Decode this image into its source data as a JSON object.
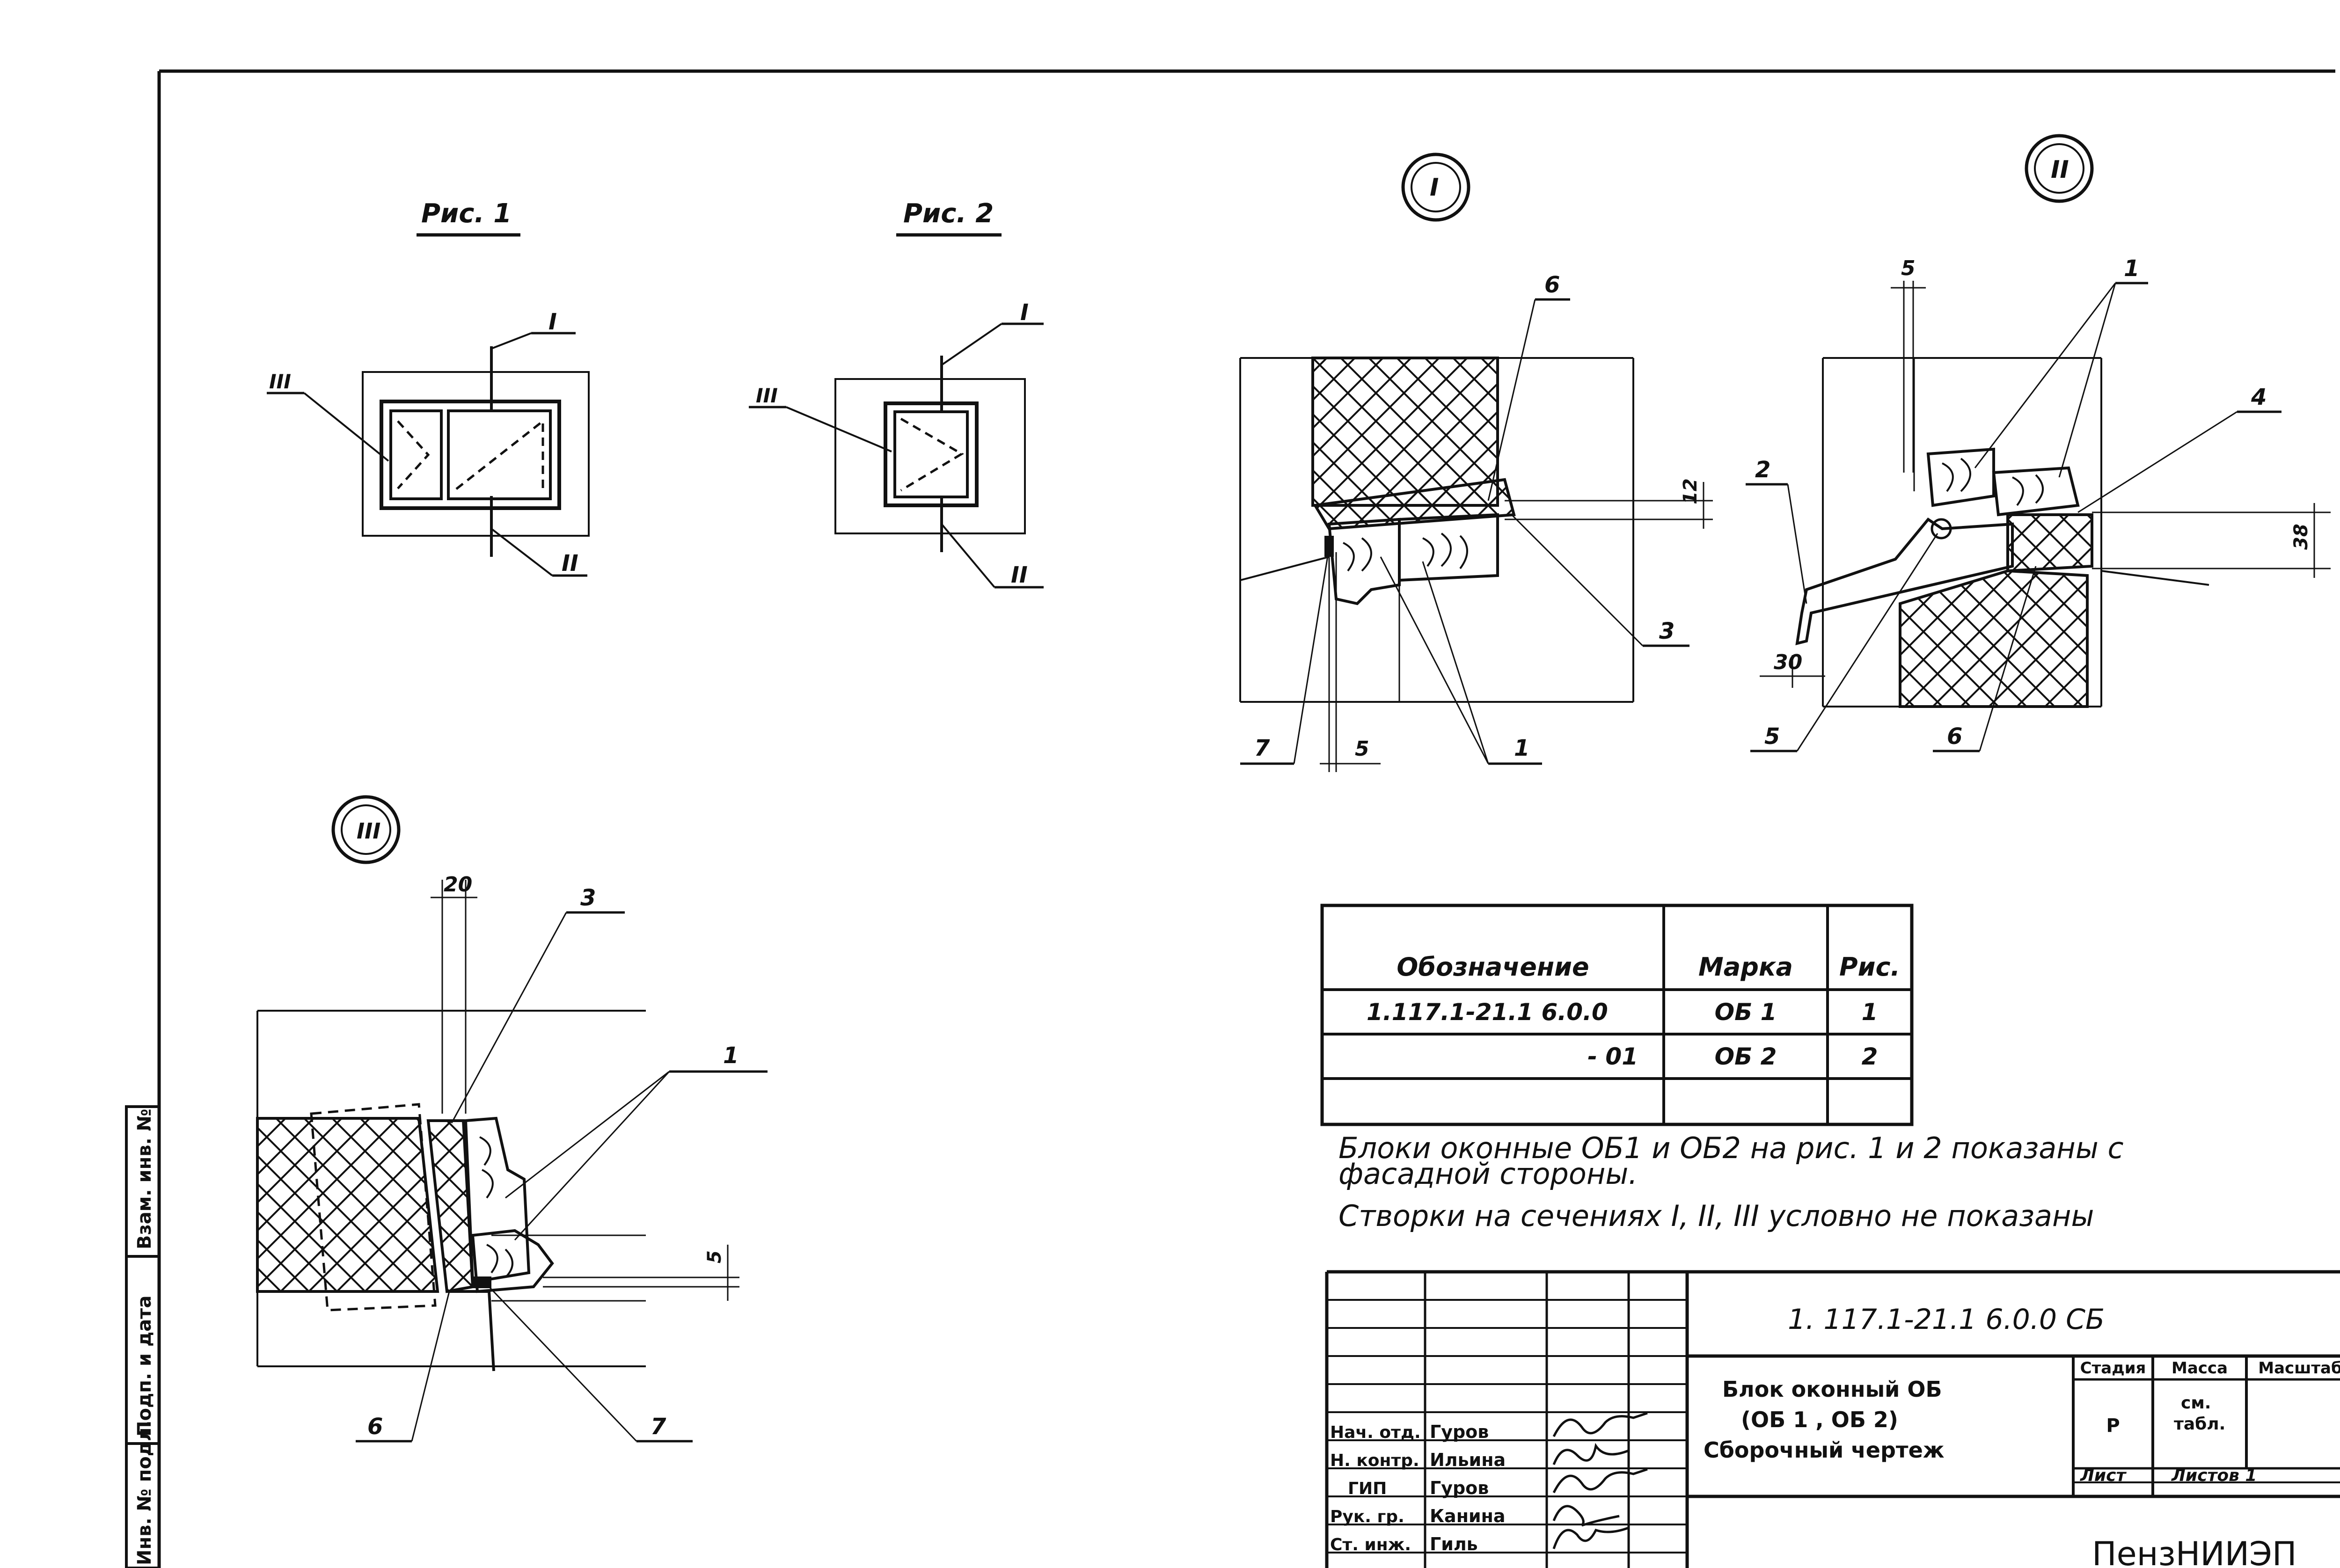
{
  "figures": {
    "fig1_title": "Рис. 1",
    "fig2_title": "Рис. 2",
    "marker_I": "I",
    "marker_II": "II",
    "marker_III": "III"
  },
  "dimensions": {
    "d5_top": "5",
    "d12": "12",
    "d38": "38",
    "d30": "30",
    "d20": "20",
    "d5_bottom": "5",
    "d5_right": "5"
  },
  "callouts": {
    "c1": "1",
    "c2": "2",
    "c3": "3",
    "c4": "4",
    "c5": "5",
    "c6": "6",
    "c7": "7"
  },
  "spec_table": {
    "headers": [
      "Обозначение",
      "Марка",
      "Рис."
    ],
    "rows": [
      [
        "1.117.1-21.1 6.0.0",
        "ОБ 1",
        "1"
      ],
      [
        "- 01",
        "ОБ 2",
        "2"
      ],
      [
        "",
        "",
        ""
      ]
    ]
  },
  "notes": {
    "line1": "Блоки оконные ОБ1 и ОБ2    на рис. 1 и 2    показаны с",
    "line2": "фасадной    стороны.",
    "line3": "Створки    на    сечениях    I, II, III  условно    не    показаны"
  },
  "title_block": {
    "doc_code": "1. 117.1-21.1   6.0.0 СБ",
    "title_l1": "Блок оконный ОБ",
    "title_l2": "(ОБ 1 , ОБ 2)",
    "title_l3": "Сборочный чертеж",
    "stage_header": "Стадия",
    "mass_header": "Масса",
    "scale_header": "Масштаб",
    "stage_value": "Р",
    "mass_value_l1": "см.",
    "mass_value_l2": "табл.",
    "sheet_label": "Лист",
    "sheets_label": "Листов 1",
    "org": "ПензНИИЭП",
    "roles": [
      {
        "role": "Нач. отд.",
        "name": "Гуров"
      },
      {
        "role": "Н. контр.",
        "name": "Ильина"
      },
      {
        "role": "ГИП",
        "name": "Гуров"
      },
      {
        "role": "Рук. гр.",
        "name": "Канина"
      },
      {
        "role": "Ст. инж.",
        "name": "Гиль"
      }
    ]
  },
  "side_stamp": {
    "f1": "Взам. инв. №",
    "f2": "Подп. и дата",
    "f3": "Инв. № подл."
  }
}
